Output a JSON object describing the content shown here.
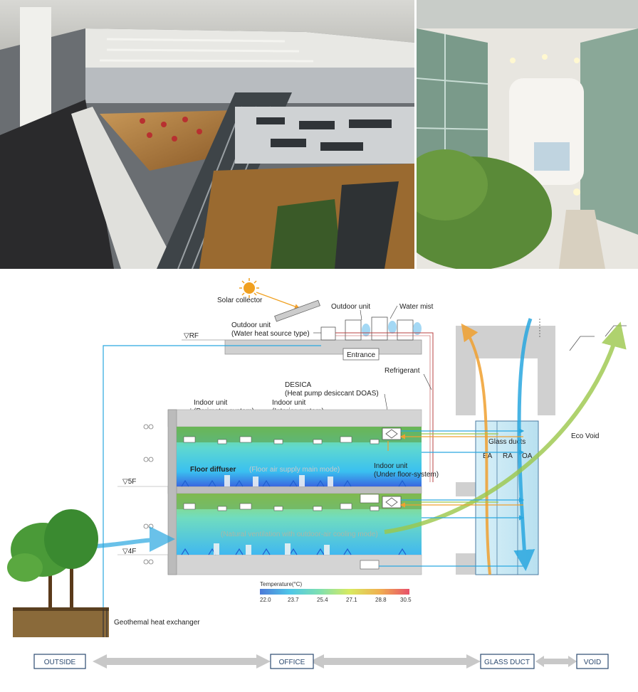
{
  "labels": {
    "solar_collector": "Solar collector",
    "outdoor_unit_top": "Outdoor unit",
    "water_mist": "Water mist",
    "outdoor_unit_water_l1": "Outdoor unit",
    "outdoor_unit_water_l2": "(Water heat source type)",
    "entrance": "Entrance",
    "refrigerant": "Refrigerant",
    "desica_l1": "DESICA",
    "desica_l2": "(Heat pump desiccant DOAS)",
    "indoor_perimeter_l1": "Indoor unit",
    "indoor_perimeter_l2": "(Perimeter-system)",
    "indoor_interior_l1": "Indoor unit",
    "indoor_interior_l2": "(Interior-system)",
    "floor_diffuser": "Floor diffuser",
    "floor_air_mode": "(Floor air supply main mode)",
    "indoor_underfloor_l1": "Indoor unit",
    "indoor_underfloor_l2": "(Under floor-system)",
    "natural_vent_mode": "(Natural ventilation with outdoor-air cooling mode)",
    "glass_ducts": "Glass ducts",
    "ea": "EA",
    "ra": "RA",
    "oa": "OA",
    "eco_void": "Eco Void",
    "geothermal": "Geothemal heat exchanger"
  },
  "levels": {
    "rf": "▽RF",
    "f5": "▽5F",
    "f4": "▽4F"
  },
  "legend": {
    "title": "Temperature(°C)",
    "ticks": [
      "22.0",
      "23.7",
      "25.4",
      "27.1",
      "28.8",
      "30.5"
    ],
    "colors": [
      "#4d79d8",
      "#4fc7e8",
      "#7fe0b0",
      "#d8ea60",
      "#f0b050",
      "#e8506a"
    ]
  },
  "zones": {
    "outside": "OUTSIDE",
    "office": "OFFICE",
    "glass_duct": "GLASS DUCT",
    "void": "VOID"
  },
  "colors": {
    "supply_blue": "#2aa8e0",
    "exhaust_orange": "#f0a030",
    "eco_green": "#9cc84a",
    "refrigerant_red": "#b84040",
    "zone_border": "#2c4a70",
    "arrow_gray": "#c8c8c8"
  }
}
